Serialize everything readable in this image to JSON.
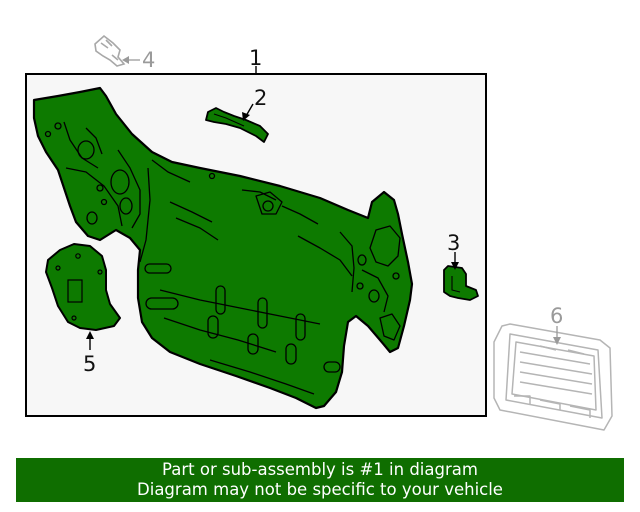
{
  "callouts": {
    "c1": "1",
    "c2": "2",
    "c3": "3",
    "c4": "4",
    "c5": "5",
    "c6": "6"
  },
  "banner": {
    "line1": "Part or sub-assembly is #1 in diagram",
    "line2": "Diagram may not be specific to your vehicle"
  },
  "colors": {
    "highlight_part": "#0d7a00",
    "part_outline": "#000000",
    "inactive_part": "#b5b5b5",
    "frame_background": "#f7f7f7",
    "banner_background": "#0f6e00",
    "banner_text": "#ffffff"
  }
}
